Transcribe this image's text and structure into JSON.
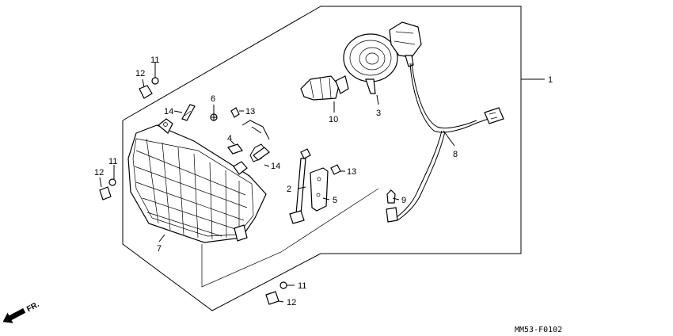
{
  "callouts": [
    {
      "id": "c1",
      "text": "1"
    },
    {
      "id": "c2",
      "text": "2"
    },
    {
      "id": "c3",
      "text": "3"
    },
    {
      "id": "c4",
      "text": "4"
    },
    {
      "id": "c5",
      "text": "5"
    },
    {
      "id": "c6",
      "text": "6"
    },
    {
      "id": "c7",
      "text": "7"
    },
    {
      "id": "c8",
      "text": "8"
    },
    {
      "id": "c9",
      "text": "9"
    },
    {
      "id": "c10",
      "text": "10"
    },
    {
      "id": "c11a",
      "text": "11"
    },
    {
      "id": "c12a",
      "text": "12"
    },
    {
      "id": "c11b",
      "text": "11"
    },
    {
      "id": "c12b",
      "text": "12"
    },
    {
      "id": "c11c",
      "text": "11"
    },
    {
      "id": "c12c",
      "text": "12"
    },
    {
      "id": "c13a",
      "text": "13"
    },
    {
      "id": "c13b",
      "text": "13"
    },
    {
      "id": "c14a",
      "text": "14"
    },
    {
      "id": "c14b",
      "text": "14"
    }
  ],
  "front_marker": "FR.",
  "drawing_code": "MM53-F0102"
}
